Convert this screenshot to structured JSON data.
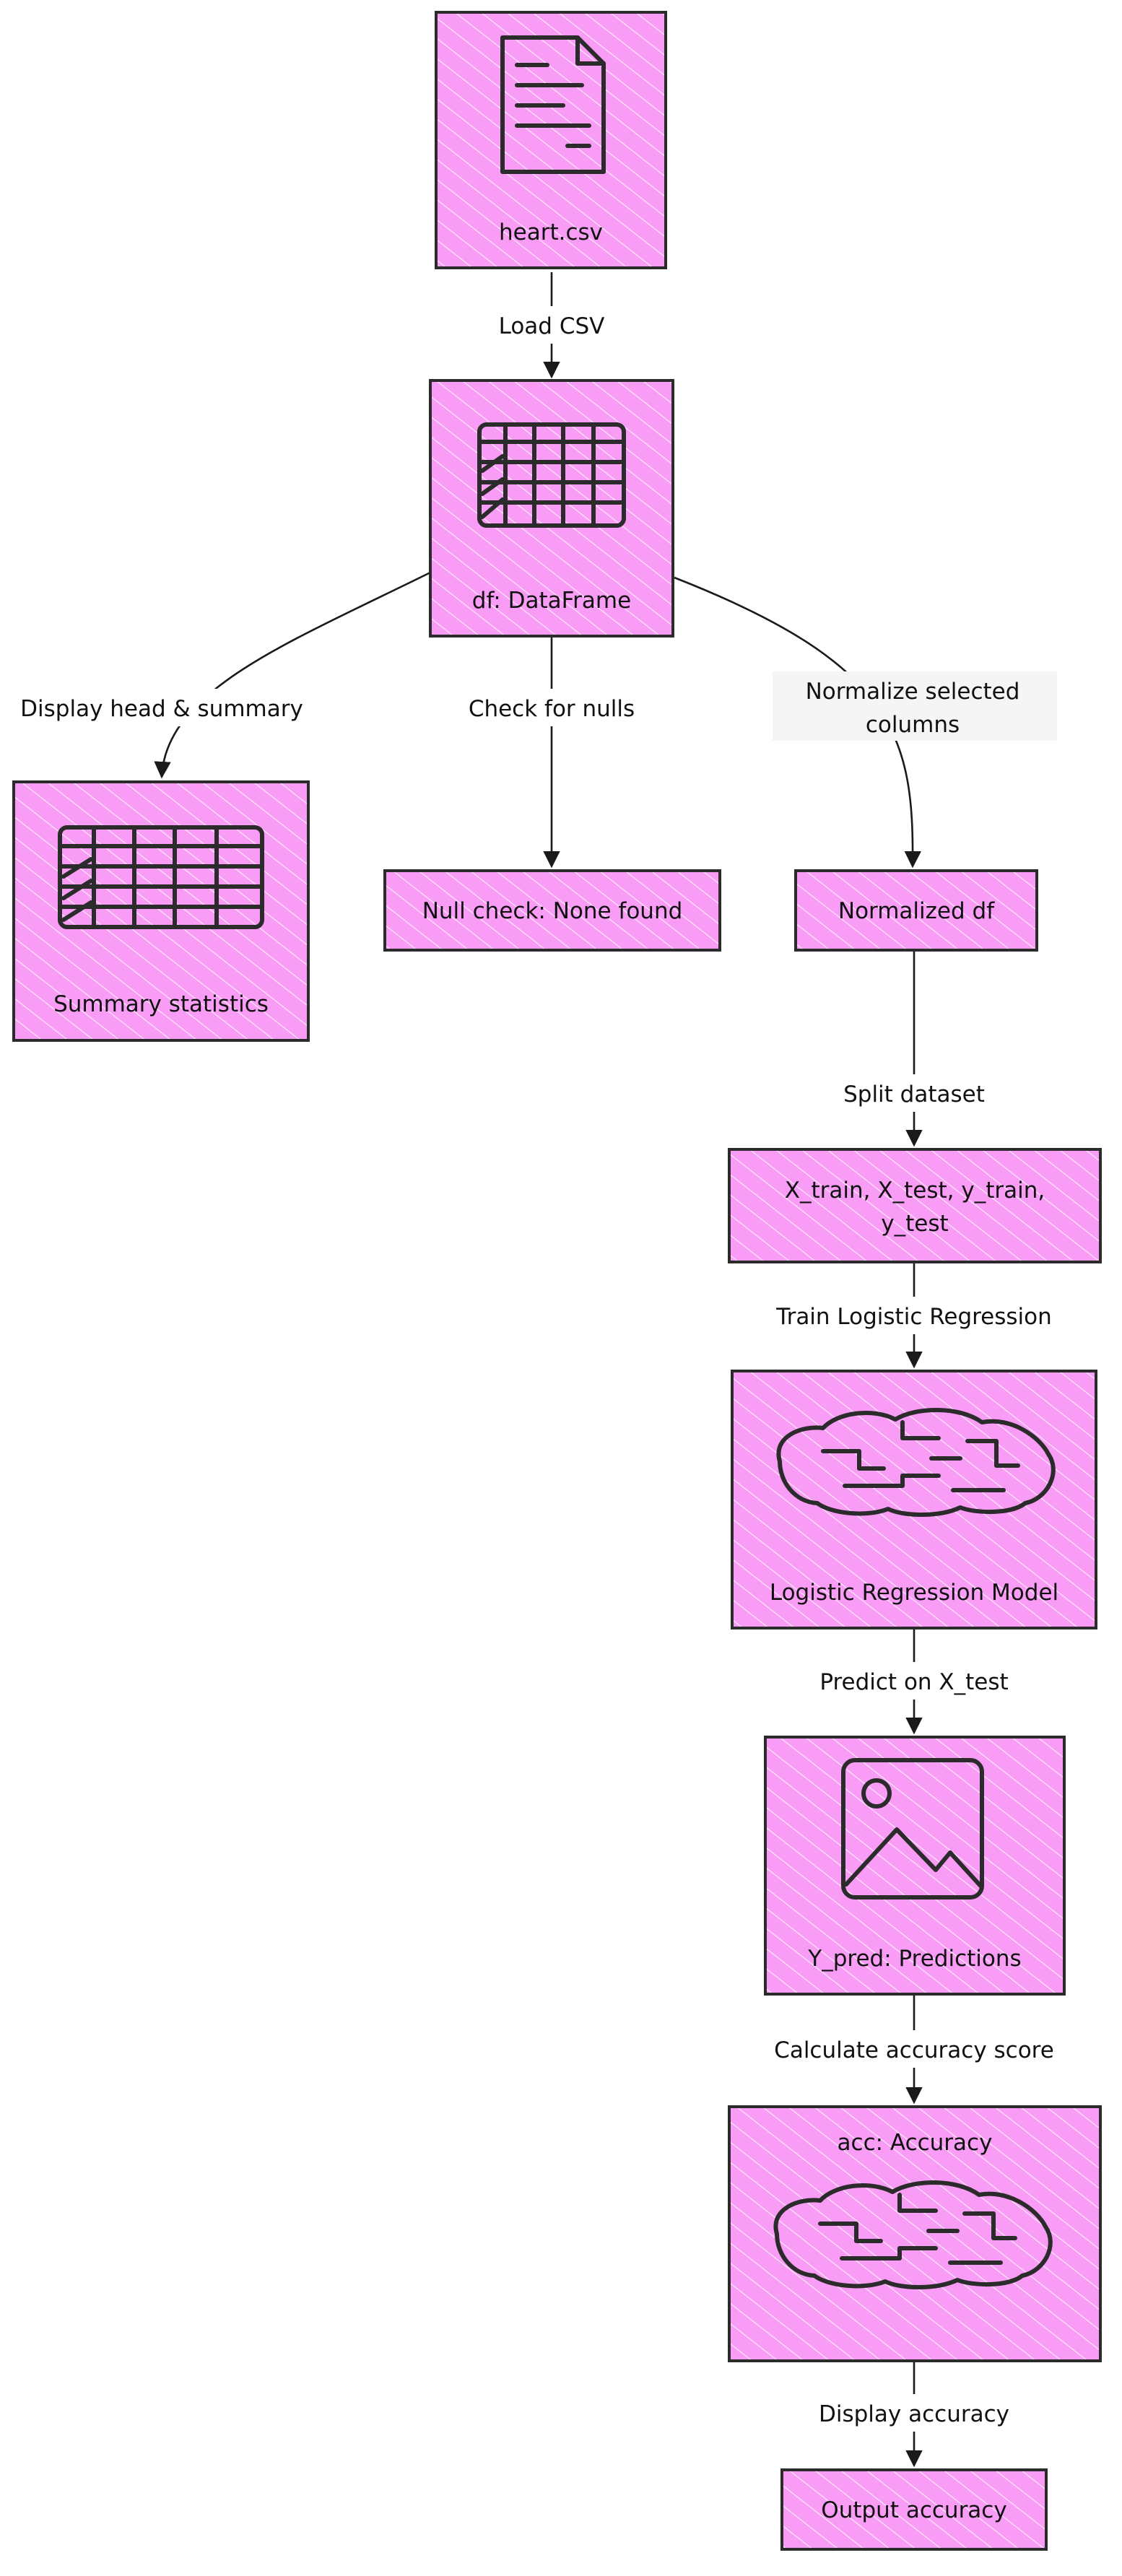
{
  "colors": {
    "node_fill": "#f99cf6",
    "hatch_stroke": "#ffffff",
    "node_border": "#2b2b2b",
    "edge": "#1a1a1a"
  },
  "nodes": {
    "heart_csv": {
      "label": "heart.csv",
      "icon": "document-icon"
    },
    "df": {
      "label": "df: DataFrame",
      "icon": "table-icon"
    },
    "summary": {
      "label": "Summary statistics",
      "icon": "table-icon"
    },
    "null_check": {
      "label": "Null check: None found"
    },
    "normalized": {
      "label": "Normalized df"
    },
    "split": {
      "line1": "X_train, X_test, y_train,",
      "line2": "y_test"
    },
    "model": {
      "label": "Logistic Regression Model",
      "icon": "brain-icon"
    },
    "predictions": {
      "label": "Y_pred: Predictions",
      "icon": "image-icon"
    },
    "accuracy": {
      "label": "acc: Accuracy",
      "icon": "brain-icon"
    },
    "output": {
      "label": "Output accuracy"
    }
  },
  "edges": {
    "load_csv": "Load CSV",
    "display_head": "Display head & summary",
    "check_nulls": "Check for nulls",
    "normalize_line1": "Normalize selected",
    "normalize_line2": "columns",
    "split_dataset": "Split dataset",
    "train": "Train Logistic Regression",
    "predict": "Predict on X_test",
    "calc_acc": "Calculate accuracy score",
    "display_acc": "Display accuracy"
  }
}
